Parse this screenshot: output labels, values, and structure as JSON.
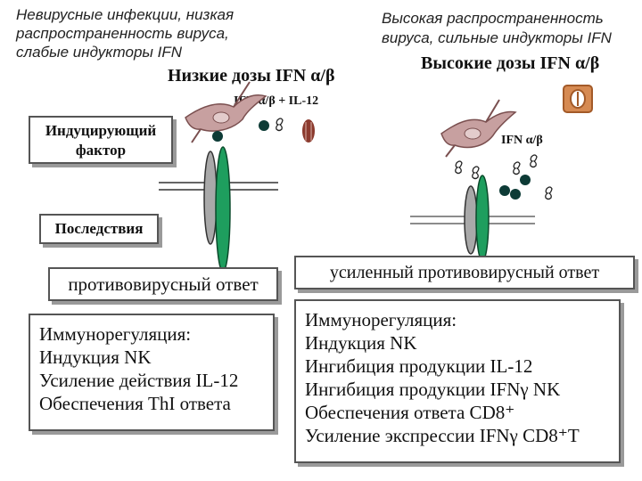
{
  "left_caption": [
    "Невирусные инфекции, низкая",
    "распространенность вируса,",
    "слабые индукторы IFN"
  ],
  "right_caption": [
    "Высокая распространенность",
    "вируса, сильные индукторы IFN"
  ],
  "left_header": "Низкие дозы IFN α/β",
  "right_header": "Высокие дозы IFN α/β",
  "left_signal_label": "IFN α/β + IL-12",
  "right_signal_label": "IFN α/β",
  "inducing_factor_label": [
    "Индуцирующий",
    "фактор"
  ],
  "consequences_label": "Последствия",
  "left_response": "противовирусный ответ",
  "right_response": "усиленный противовирусный ответ",
  "left_effects": [
    "Иммунорегуляция:",
    "Индукция NK",
    "Усиление действия IL-12",
    "Обеспечения ThI ответа"
  ],
  "right_effects": [
    "Иммунорегуляция:",
    "Индукция NK",
    "Ингибиция продукции  IL-12",
    "Ингибиция продукции IFNγ NK",
    "Обеспечения ответа CD8⁺",
    "Усиление экспрессии IFNγ CD8⁺T"
  ],
  "colors": {
    "membrane_green": "#1e9e5e",
    "membrane_gray": "#a9a9a9",
    "cell_pink": "#c7a0a0",
    "dot_dark": "#0d3b36",
    "accent_brown": "#8b3a2e",
    "box_border": "#555555"
  }
}
